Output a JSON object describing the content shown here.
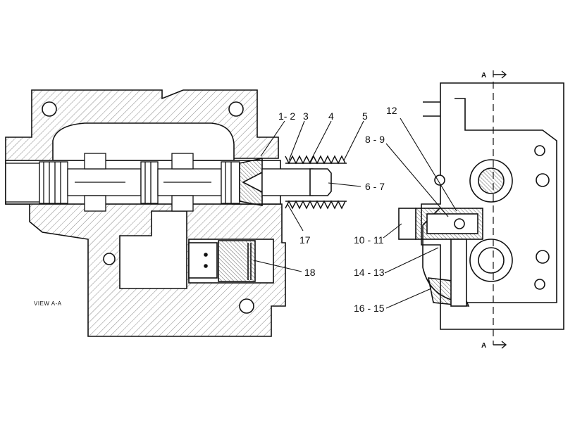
{
  "diagram": {
    "view_caption": "VIEW A-A",
    "section_letters": [
      "A",
      "A"
    ],
    "callouts": {
      "c1_2": "1- 2",
      "c3": "3",
      "c4": "4",
      "c5": "5",
      "c6_7": "6 - 7",
      "c17": "17",
      "c18": "18",
      "c12": "12",
      "c8_9": "8 - 9",
      "c10_11": "10 - 11",
      "c14_13": "14 - 13",
      "c16_15": "16 - 15"
    }
  }
}
